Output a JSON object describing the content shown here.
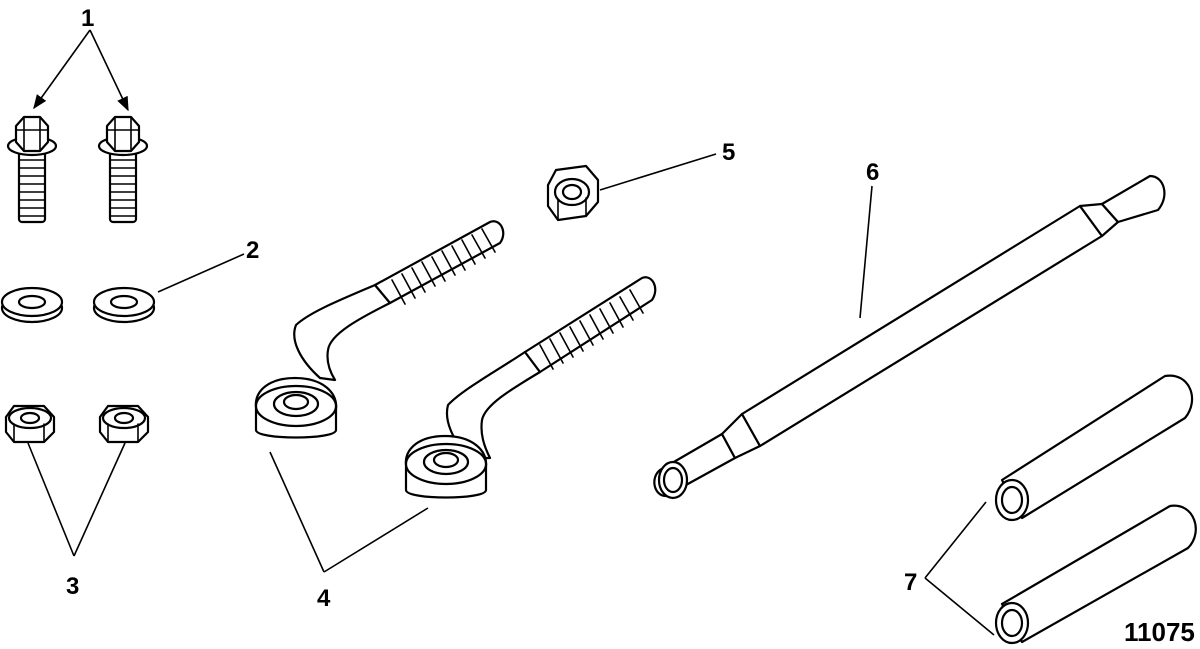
{
  "diagram": {
    "figure_number": "11075",
    "callouts": [
      {
        "id": "1",
        "label": "1"
      },
      {
        "id": "2",
        "label": "2"
      },
      {
        "id": "3",
        "label": "3"
      },
      {
        "id": "4",
        "label": "4"
      },
      {
        "id": "5",
        "label": "5"
      },
      {
        "id": "6",
        "label": "6"
      },
      {
        "id": "7",
        "label": "7"
      }
    ],
    "colors": {
      "line": "#000000",
      "background": "#ffffff"
    }
  }
}
